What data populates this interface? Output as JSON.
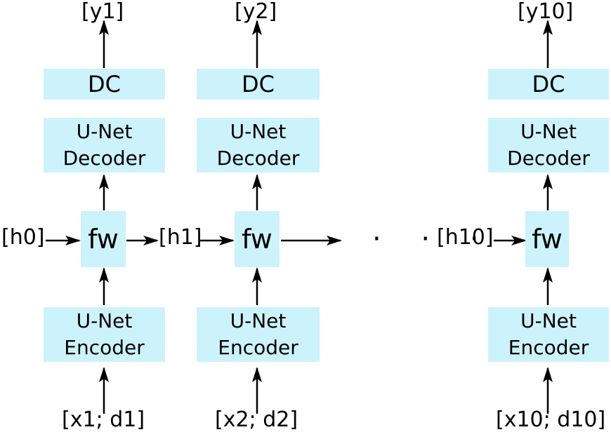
{
  "columns": [
    {
      "output_label": "[y1]",
      "dc_label": "DC",
      "decoder_line1": "U-Net",
      "decoder_line2": "Decoder",
      "fw_label": "fw",
      "encoder_line1": "U-Net",
      "encoder_line2": "Encoder",
      "input_label": "[x1; d1]"
    },
    {
      "output_label": "[y2]",
      "dc_label": "DC",
      "decoder_line1": "U-Net",
      "decoder_line2": "Decoder",
      "fw_label": "fw",
      "encoder_line1": "U-Net",
      "encoder_line2": "Encoder",
      "input_label": "[x2; d2]"
    },
    {
      "output_label": "[y10]",
      "dc_label": "DC",
      "decoder_line1": "U-Net",
      "decoder_line2": "Decoder",
      "fw_label": "fw",
      "encoder_line1": "U-Net",
      "encoder_line2": "Encoder",
      "input_label": "[x10; d10]"
    }
  ],
  "hidden_labels": [
    "[h0]",
    "[h1]",
    "[h10]"
  ],
  "ellipsis": "· · ·",
  "colors": {
    "box_fill": "#ccf3fc",
    "arrow": "#000000"
  }
}
